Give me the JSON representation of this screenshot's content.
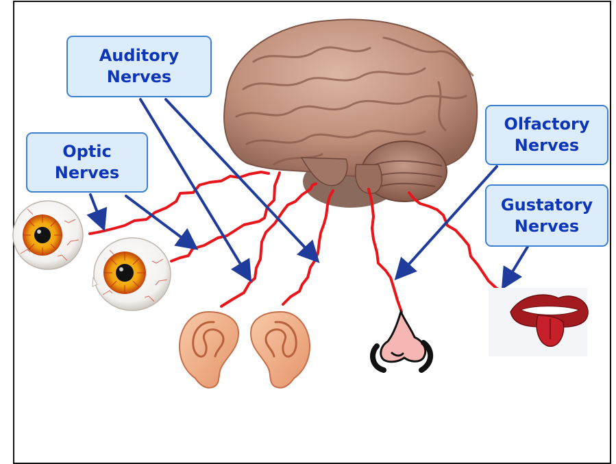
{
  "labels": {
    "auditory": {
      "line1": "Auditory",
      "line2": "Nerves"
    },
    "optic": {
      "line1": "Optic",
      "line2": "Nerves"
    },
    "olfactory": {
      "line1": "Olfactory",
      "line2": "Nerves"
    },
    "gustatory": {
      "line1": "Gustatory",
      "line2": "Nerves"
    }
  },
  "colors": {
    "nerve": "#e8151b",
    "arrow": "#1f3b9c",
    "box_fill": "#dcecfb",
    "box_border": "#3a7fd0",
    "box_text": "#0c35b8"
  },
  "icons": [
    "brain-icon",
    "eye-icon",
    "ear-icon",
    "nose-icon",
    "tongue-icon"
  ]
}
